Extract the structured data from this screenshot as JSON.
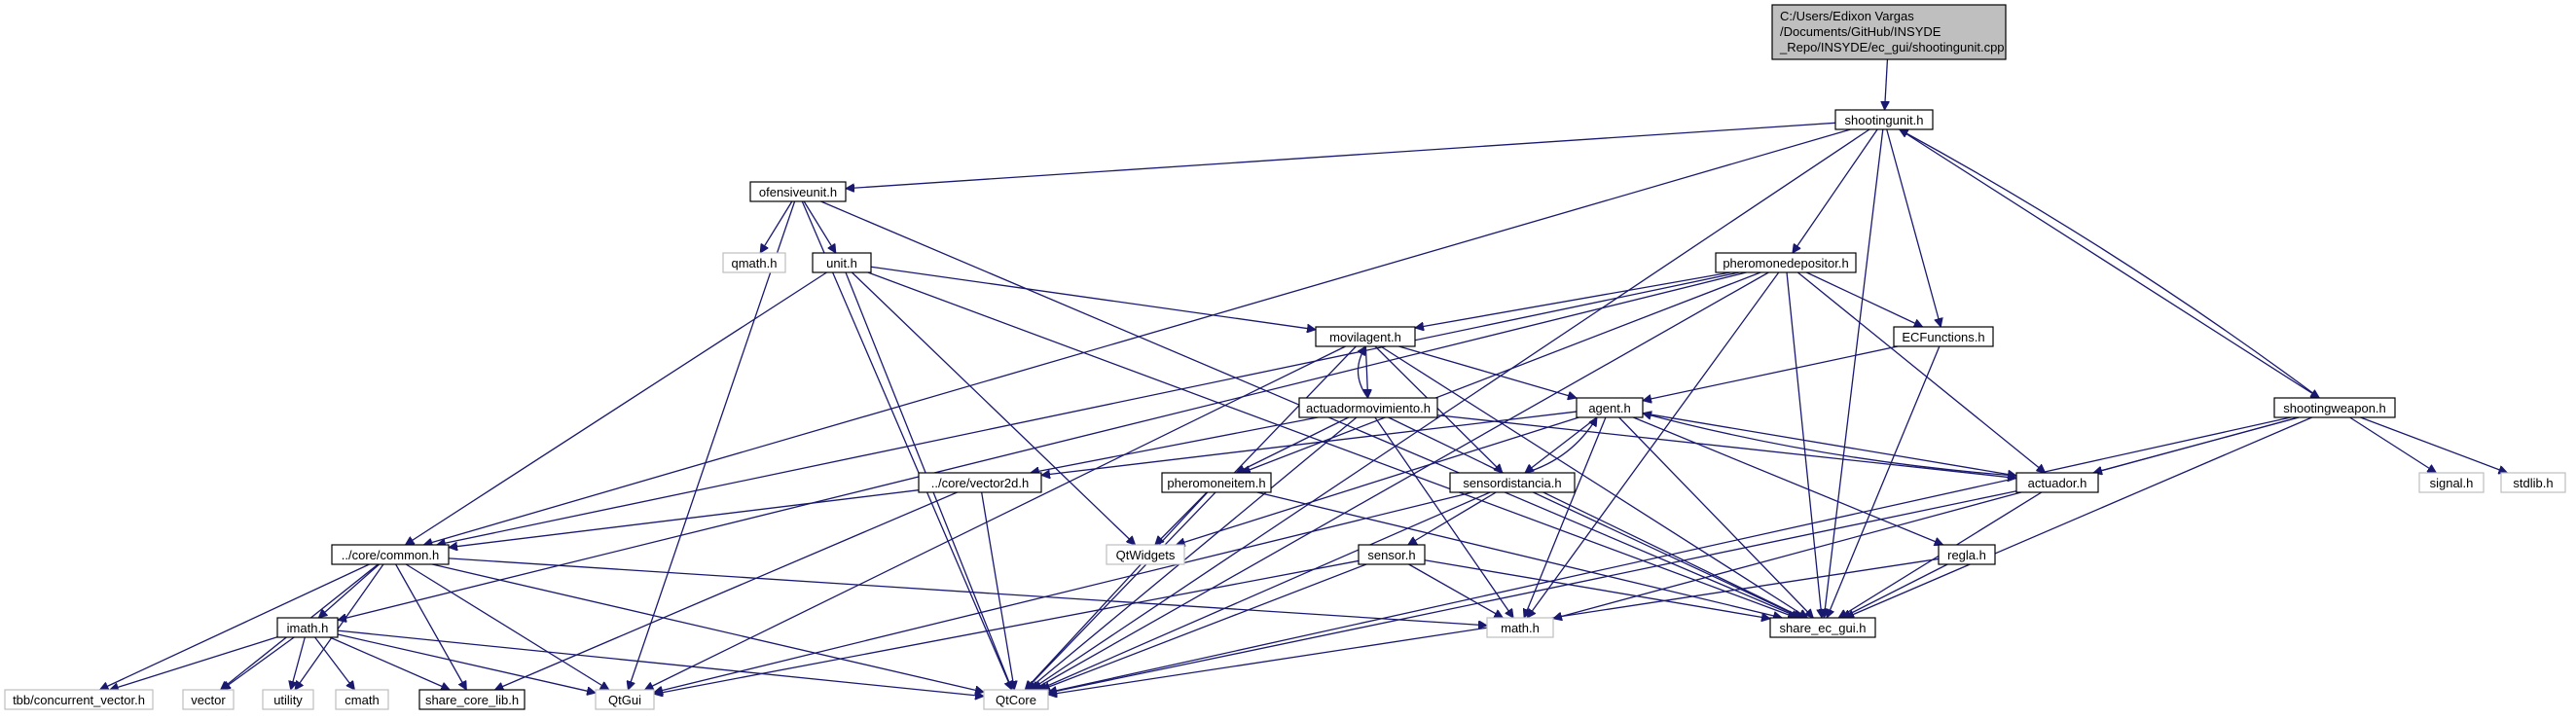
{
  "colors": {
    "edge": "#191970",
    "node_border": "#000000",
    "ext_border": "#bfbfbf",
    "root_fill": "#bfbfbf",
    "background": "#ffffff"
  },
  "nodes": {
    "root": {
      "lines": [
        "C:/Users/Edixon Vargas",
        "/Documents/GitHub/INSYDE",
        "_Repo/INSYDE/ec_gui/shootingunit.cpp"
      ]
    },
    "shootingunit": {
      "label": "shootingunit.h"
    },
    "ofensiveunit": {
      "label": "ofensiveunit.h"
    },
    "qmath": {
      "label": "qmath.h"
    },
    "unit": {
      "label": "unit.h"
    },
    "pheromonedepositor": {
      "label": "pheromonedepositor.h"
    },
    "movilagent": {
      "label": "movilagent.h"
    },
    "ecfunctions": {
      "label": "ECFunctions.h"
    },
    "shootingweapon": {
      "label": "shootingweapon.h"
    },
    "actuadormovimiento": {
      "label": "actuadormovimiento.h"
    },
    "agent": {
      "label": "agent.h"
    },
    "vector2d": {
      "label": "../core/vector2d.h"
    },
    "pheromoneitem": {
      "label": "pheromoneitem.h"
    },
    "sensordistancia": {
      "label": "sensordistancia.h"
    },
    "actuador": {
      "label": "actuador.h"
    },
    "signal": {
      "label": "signal.h"
    },
    "stdlib": {
      "label": "stdlib.h"
    },
    "common": {
      "label": "../core/common.h"
    },
    "qtwidgets": {
      "label": "QtWidgets"
    },
    "sensor": {
      "label": "sensor.h"
    },
    "regla": {
      "label": "regla.h"
    },
    "imath": {
      "label": "imath.h"
    },
    "mathh": {
      "label": "math.h"
    },
    "share_ec_gui": {
      "label": "share_ec_gui.h"
    },
    "concurrent_vector": {
      "label": "tbb/concurrent_vector.h"
    },
    "vector": {
      "label": "vector"
    },
    "utility": {
      "label": "utility"
    },
    "cmath": {
      "label": "cmath"
    },
    "share_core_lib": {
      "label": "share_core_lib.h"
    },
    "qtgui": {
      "label": "QtGui"
    },
    "qtcore": {
      "label": "QtCore"
    }
  },
  "edges": [
    [
      "root",
      "shootingunit"
    ],
    [
      "shootingunit",
      "ofensiveunit"
    ],
    [
      "shootingunit",
      "pheromonedepositor"
    ],
    [
      "shootingunit",
      "ecfunctions"
    ],
    [
      "shootingunit",
      "shootingweapon"
    ],
    [
      "shootingunit",
      "common"
    ],
    [
      "shootingunit",
      "qtcore"
    ],
    [
      "shootingunit",
      "share_ec_gui"
    ],
    [
      "ofensiveunit",
      "qmath"
    ],
    [
      "ofensiveunit",
      "unit"
    ],
    [
      "ofensiveunit",
      "qtgui"
    ],
    [
      "ofensiveunit",
      "qtcore"
    ],
    [
      "ofensiveunit",
      "share_ec_gui"
    ],
    [
      "unit",
      "movilagent"
    ],
    [
      "unit",
      "common"
    ],
    [
      "unit",
      "qtwidgets"
    ],
    [
      "unit",
      "qtcore"
    ],
    [
      "unit",
      "share_ec_gui"
    ],
    [
      "pheromonedepositor",
      "movilagent"
    ],
    [
      "pheromonedepositor",
      "pheromoneitem"
    ],
    [
      "pheromonedepositor",
      "ecfunctions"
    ],
    [
      "pheromonedepositor",
      "actuador"
    ],
    [
      "pheromonedepositor",
      "common"
    ],
    [
      "pheromonedepositor",
      "imath"
    ],
    [
      "pheromonedepositor",
      "mathh"
    ],
    [
      "pheromonedepositor",
      "share_ec_gui"
    ],
    [
      "pheromonedepositor",
      "qtcore"
    ],
    [
      "movilagent",
      "actuadormovimiento"
    ],
    [
      "movilagent",
      "agent"
    ],
    [
      "movilagent",
      "sensordistancia"
    ],
    [
      "movilagent",
      "qtgui"
    ],
    [
      "movilagent",
      "qtcore"
    ],
    [
      "movilagent",
      "share_ec_gui"
    ],
    [
      "actuadormovimiento",
      "movilagent"
    ],
    [
      "actuadormovimiento",
      "vector2d"
    ],
    [
      "actuadormovimiento",
      "pheromoneitem"
    ],
    [
      "actuadormovimiento",
      "actuador"
    ],
    [
      "actuadormovimiento",
      "mathh"
    ],
    [
      "actuadormovimiento",
      "qtcore"
    ],
    [
      "actuadormovimiento",
      "share_ec_gui"
    ],
    [
      "ecfunctions",
      "agent"
    ],
    [
      "ecfunctions",
      "share_ec_gui"
    ],
    [
      "agent",
      "vector2d"
    ],
    [
      "agent",
      "sensordistancia"
    ],
    [
      "agent",
      "actuador"
    ],
    [
      "agent",
      "regla"
    ],
    [
      "agent",
      "qtwidgets"
    ],
    [
      "agent",
      "mathh"
    ],
    [
      "agent",
      "share_ec_gui"
    ],
    [
      "sensordistancia",
      "agent"
    ],
    [
      "sensordistancia",
      "sensor"
    ],
    [
      "sensordistancia",
      "share_ec_gui"
    ],
    [
      "sensordistancia",
      "qtcore"
    ],
    [
      "sensordistancia",
      "qtgui"
    ],
    [
      "actuador",
      "agent"
    ],
    [
      "actuador",
      "share_ec_gui"
    ],
    [
      "actuador",
      "qtcore"
    ],
    [
      "shootingweapon",
      "shootingunit"
    ],
    [
      "shootingweapon",
      "actuador"
    ],
    [
      "shootingweapon",
      "signal"
    ],
    [
      "shootingweapon",
      "stdlib"
    ],
    [
      "shootingweapon",
      "mathh"
    ],
    [
      "shootingweapon",
      "share_ec_gui"
    ],
    [
      "shootingweapon",
      "qtcore"
    ],
    [
      "vector2d",
      "common"
    ],
    [
      "vector2d",
      "share_core_lib"
    ],
    [
      "vector2d",
      "qtcore"
    ],
    [
      "pheromoneitem",
      "qtwidgets"
    ],
    [
      "pheromoneitem",
      "qtcore"
    ],
    [
      "pheromoneitem",
      "share_ec_gui"
    ],
    [
      "sensor",
      "mathh"
    ],
    [
      "sensor",
      "share_ec_gui"
    ],
    [
      "sensor",
      "qtcore"
    ],
    [
      "sensor",
      "qtgui"
    ],
    [
      "regla",
      "share_ec_gui"
    ],
    [
      "regla",
      "qtcore"
    ],
    [
      "common",
      "imath"
    ],
    [
      "common",
      "concurrent_vector"
    ],
    [
      "common",
      "vector"
    ],
    [
      "common",
      "utility"
    ],
    [
      "common",
      "share_core_lib"
    ],
    [
      "common",
      "qtgui"
    ],
    [
      "common",
      "qtcore"
    ],
    [
      "common",
      "mathh"
    ],
    [
      "imath",
      "concurrent_vector"
    ],
    [
      "imath",
      "vector"
    ],
    [
      "imath",
      "utility"
    ],
    [
      "imath",
      "cmath"
    ],
    [
      "imath",
      "share_core_lib"
    ],
    [
      "imath",
      "qtgui"
    ],
    [
      "imath",
      "qtcore"
    ]
  ]
}
